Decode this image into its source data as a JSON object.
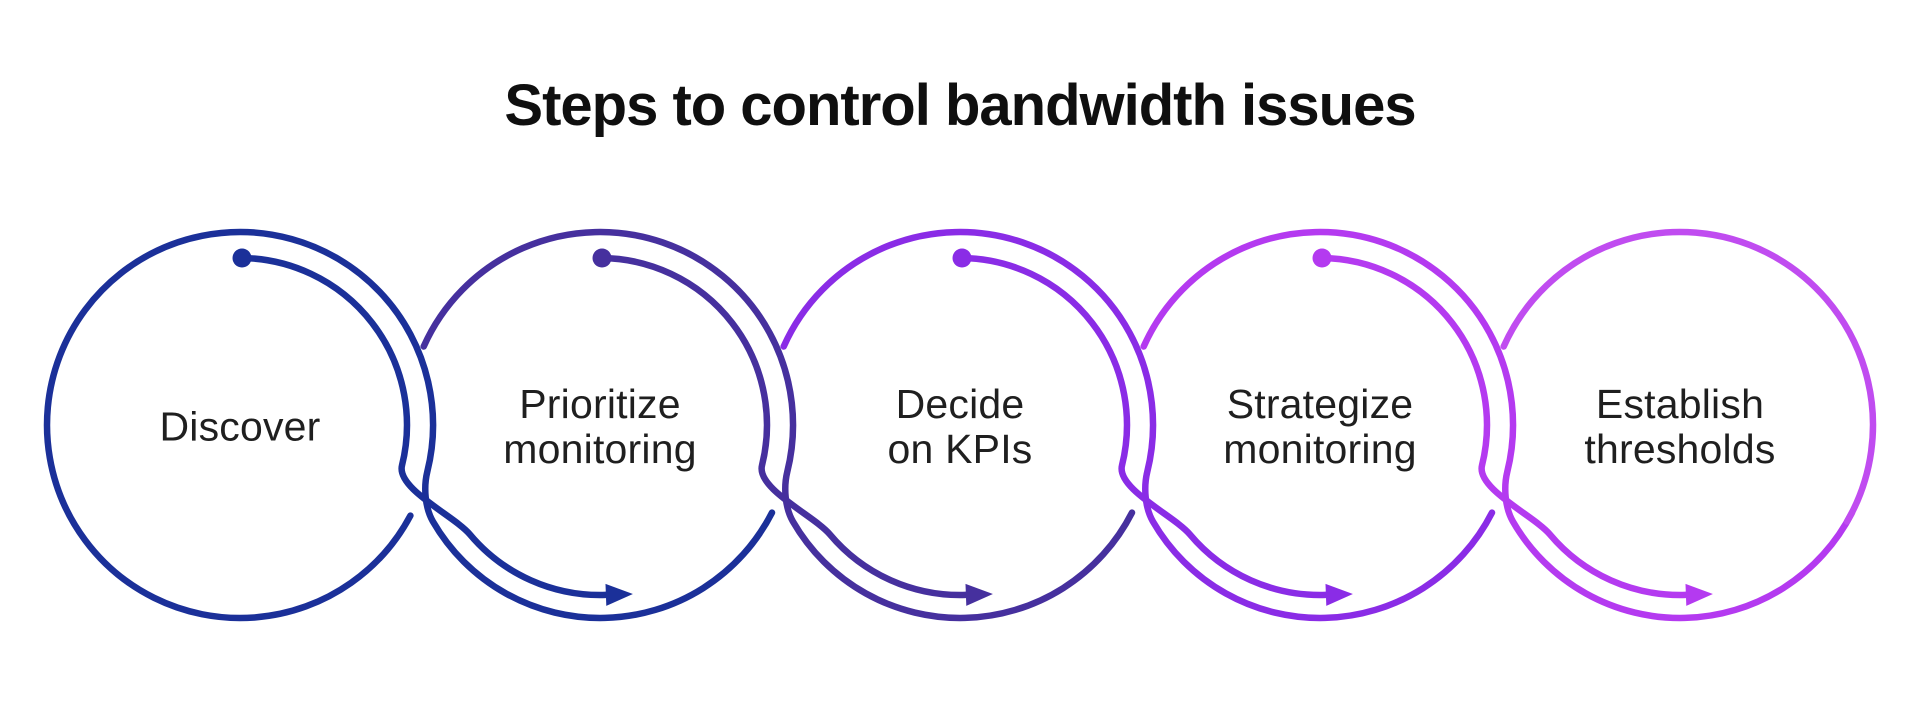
{
  "page": {
    "background": "#ffffff"
  },
  "title": {
    "text": "Steps to control bandwidth issues",
    "color": "#0f0f0f"
  },
  "diagram": {
    "type": "process-flow",
    "step_count": 5,
    "label_color": "#1f1f1f",
    "steps": [
      {
        "label_lines": [
          "Discover"
        ],
        "color": "#1b3099"
      },
      {
        "label_lines": [
          "Prioritize",
          "monitoring"
        ],
        "color": "#46309e"
      },
      {
        "label_lines": [
          "Decide",
          "on KPIs"
        ],
        "color": "#8a2ce6"
      },
      {
        "label_lines": [
          "Strategize",
          "monitoring"
        ],
        "color": "#b43af0"
      },
      {
        "label_lines": [
          "Establish",
          "thresholds"
        ],
        "color": "#c04cf0"
      }
    ]
  }
}
